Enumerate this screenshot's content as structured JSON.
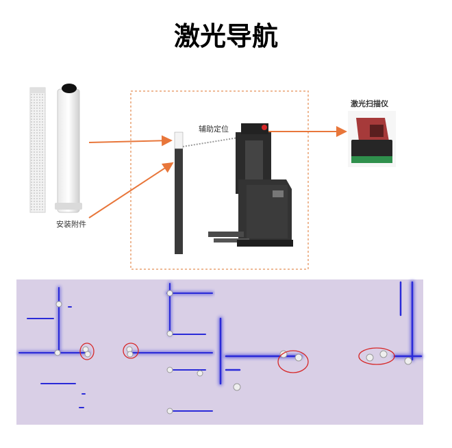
{
  "title": "激光导航",
  "labels": {
    "mount_accessory": "安装附件",
    "aux_positioning": "辅助定位",
    "laser_scanner": "激光扫描仪"
  },
  "colors": {
    "arrow": "#e8763a",
    "dotted_box": "#e8a070",
    "map_bg": "#d9cfe6",
    "map_wall": "#2a2ad8",
    "annotation": "#d62828"
  }
}
